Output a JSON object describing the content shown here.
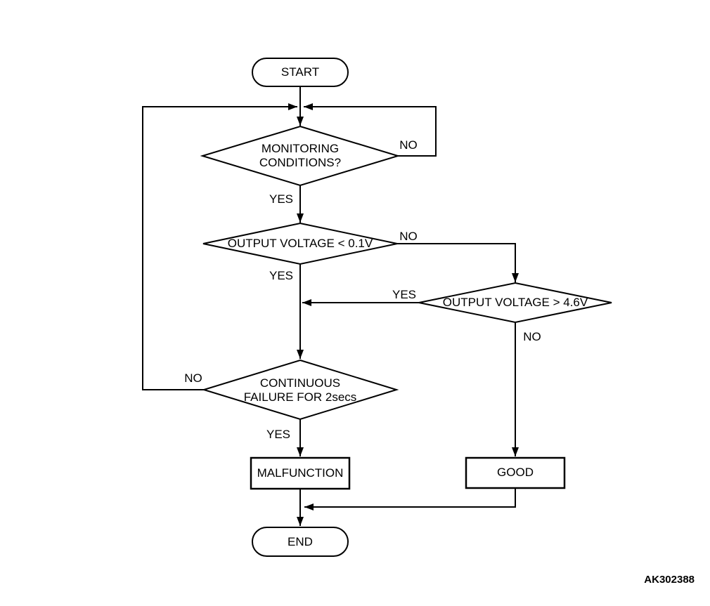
{
  "flowchart": {
    "nodes": {
      "start": "START",
      "monitoring": "MONITORING\nCONDITIONS?",
      "output_low": "OUTPUT VOLTAGE < 0.1V",
      "output_high": "OUTPUT VOLTAGE > 4.6V",
      "continuous_failure": "CONTINUOUS\nFAILURE FOR 2secs",
      "malfunction": "MALFUNCTION",
      "good": "GOOD",
      "end": "END"
    },
    "edge_labels": {
      "monitoring_no": "NO",
      "monitoring_yes": "YES",
      "output_low_no": "NO",
      "output_low_yes": "YES",
      "output_high_yes": "YES",
      "output_high_no": "NO",
      "continuous_failure_no": "NO",
      "continuous_failure_yes": "YES"
    },
    "figure_code": "AK302388",
    "colors": {
      "line": "#000000",
      "text": "#000000",
      "background": "#ffffff"
    }
  }
}
